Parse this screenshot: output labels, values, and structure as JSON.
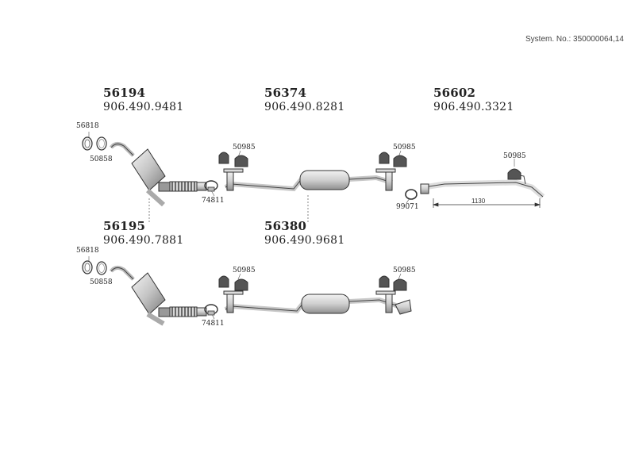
{
  "system_no": "System. No.: 350000064,14",
  "groups": [
    {
      "part_no": "56194",
      "ref": "906.490.9481"
    },
    {
      "part_no": "56374",
      "ref": "906.490.8281"
    },
    {
      "part_no": "56602",
      "ref": "906.490.3321"
    },
    {
      "part_no": "56195",
      "ref": "906.490.7881"
    },
    {
      "part_no": "56380",
      "ref": "906.490.9681"
    }
  ],
  "labels": {
    "r1_ring": "56818",
    "r1_gasket": "50858",
    "r1_clamp": "74811",
    "r1_hanger_a": "50985",
    "r1_hanger_b": "50985",
    "r1_clamp_b": "99071",
    "r1_hanger_c": "50985",
    "r2_ring": "56818",
    "r2_gasket": "50858",
    "r2_clamp": "74811",
    "r2_hanger_a": "50985",
    "r2_hanger_b": "50985"
  },
  "dimension": "1130"
}
